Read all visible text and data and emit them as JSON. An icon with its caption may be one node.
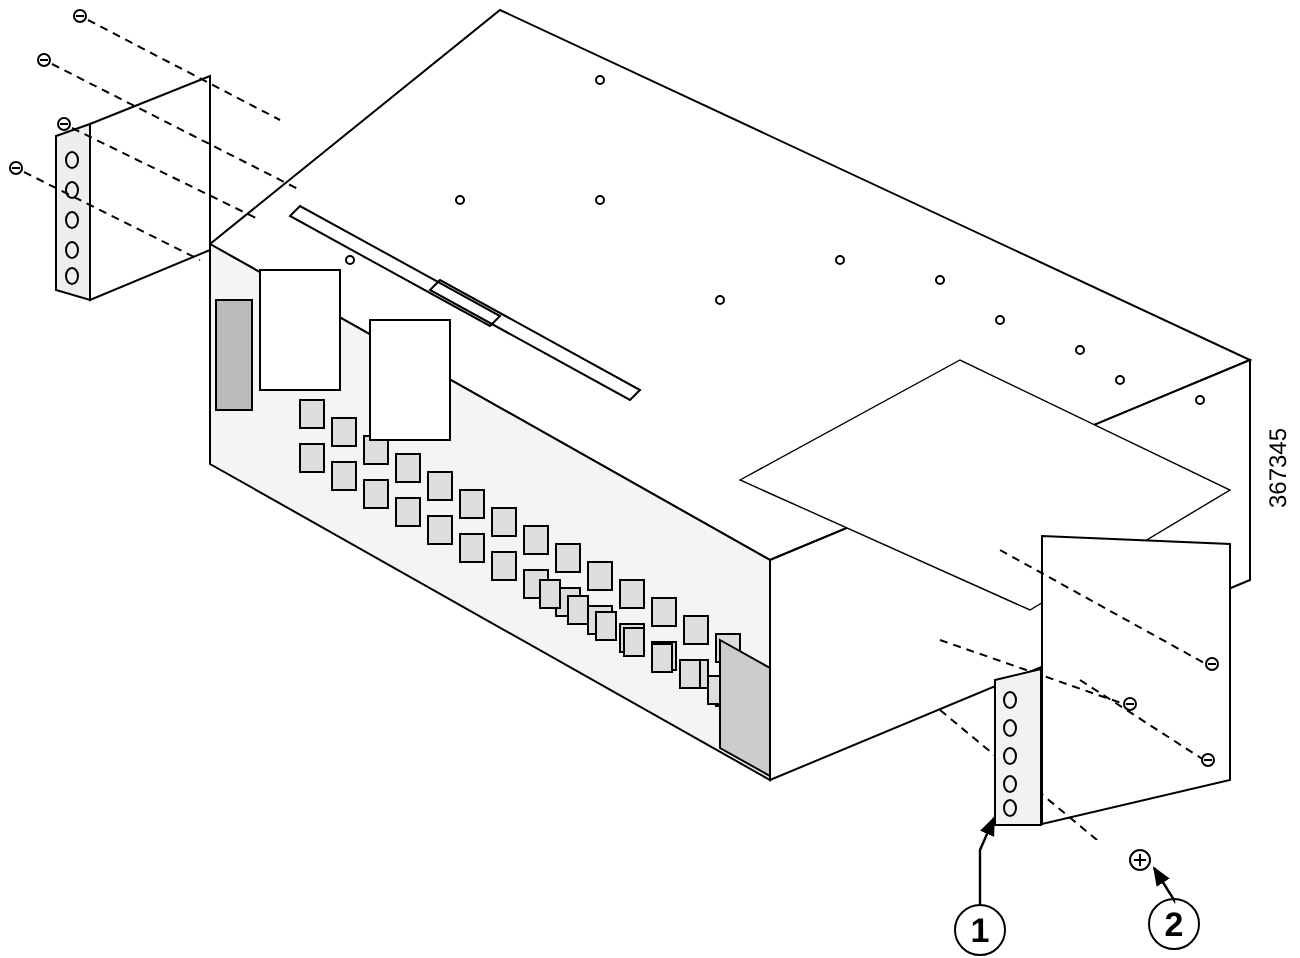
{
  "diagram": {
    "nodes": [
      {
        "text": [
          "1"
        ]
      },
      {
        "text": [
          "2"
        ]
      },
      {
        "text": [],
        "shape": "picture"
      },
      {
        "text": [],
        "shape": "picture"
      }
    ],
    "edges": [
      {
        "from": 0,
        "to": 2,
        "arrow": "to"
      },
      {
        "from": 1,
        "to": 3,
        "arrow": "to"
      }
    ],
    "labels": [
      "367345"
    ]
  }
}
